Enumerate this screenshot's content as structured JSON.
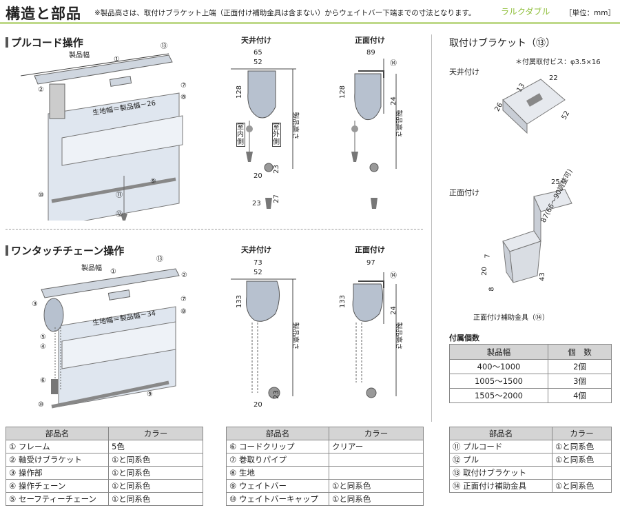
{
  "header": {
    "title": "構造と部品",
    "note": "※製品高さは、取付けブラケット上端（正面付け補助金具は含まない）からウェイトバー下端までの寸法となります。",
    "brand": "ラルクダブル",
    "unit": "［単位：mm］"
  },
  "pull_cord": {
    "title": "プルコード操作",
    "labels": {
      "product_width": "製品幅",
      "fabric_width": "生地幅＝製品幅－26"
    },
    "ceiling": {
      "title": "天井付け",
      "dim_outer": "65",
      "dim_inner": "52",
      "dim_h": "128",
      "tag_in": "室内側",
      "tag_out": "室外側",
      "product_height": "製品高さ",
      "d20": "20",
      "d23a": "23",
      "d23b": "23",
      "d27": "27"
    },
    "front": {
      "title": "正面付け",
      "dim_outer": "89",
      "dim_h": "128",
      "d24": "24",
      "bracket_num": "⑭",
      "product_height": "製品高さ"
    }
  },
  "chain": {
    "title": "ワンタッチチェーン操作",
    "labels": {
      "product_width": "製品幅",
      "fabric_width": "生地幅＝製品幅－34"
    },
    "ceiling": {
      "title": "天井付け",
      "dim_outer": "73",
      "dim_inner": "52",
      "dim_h": "133",
      "product_height": "製品高さ",
      "d20": "20",
      "d23": "23"
    },
    "front": {
      "title": "正面付け",
      "dim_outer": "97",
      "dim_h": "133",
      "d24": "24",
      "bracket_num": "⑭",
      "product_height": "製品高さ"
    }
  },
  "numbers": {
    "n1": "①",
    "n2": "②",
    "n3": "③",
    "n4": "④",
    "n5": "⑤",
    "n6": "⑥",
    "n7": "⑦",
    "n8": "⑧",
    "n9": "⑨",
    "n10": "⑩",
    "n11": "⑪",
    "n12": "⑫",
    "n13": "⑬"
  },
  "bracket": {
    "title": "取付けブラケット（⑬）",
    "screw_note": "＊付属取付ビス：φ3.5×16",
    "ceiling_title": "天井付け",
    "ceiling_dims": {
      "d22": "22",
      "d13": "13",
      "d26": "26",
      "d52": "52"
    },
    "front_title": "正面付け",
    "front_dims": {
      "d25": "25",
      "d87": "87(66～90調整可)",
      "d7": "7",
      "d20": "20",
      "d8": "8",
      "d43": "43"
    },
    "aux_caption": "正面付け補助金具（⑭）"
  },
  "count_table": {
    "title": "付属個数",
    "headers": [
      "製品幅",
      "個　数"
    ],
    "rows": [
      [
        "400～1000",
        "2個"
      ],
      [
        "1005～1500",
        "3個"
      ],
      [
        "1505～2000",
        "4個"
      ]
    ]
  },
  "parts_tables": [
    {
      "headers": [
        "部品名",
        "カラー"
      ],
      "rows": [
        [
          "① フレーム",
          "5色"
        ],
        [
          "② 軸受けブラケット",
          "①と同系色"
        ],
        [
          "③ 操作部",
          "①と同系色"
        ],
        [
          "④ 操作チェーン",
          "①と同系色"
        ],
        [
          "⑤ セーフティーチェーン",
          "①と同系色"
        ]
      ]
    },
    {
      "headers": [
        "部品名",
        "カラー"
      ],
      "rows": [
        [
          "⑥ コードクリップ",
          "クリアー"
        ],
        [
          "⑦ 巻取りパイプ",
          ""
        ],
        [
          "⑧ 生地",
          ""
        ],
        [
          "⑨ ウェイトバー",
          "①と同系色"
        ],
        [
          "⑩ ウェイトバーキャップ",
          "①と同系色"
        ]
      ]
    },
    {
      "headers": [
        "部品名",
        "カラー"
      ],
      "rows": [
        [
          "⑪ プルコード",
          "①と同系色"
        ],
        [
          "⑫ プル",
          "①と同系色"
        ],
        [
          "⑬ 取付けブラケット",
          ""
        ],
        [
          "⑭ 正面付け補助金具",
          "①と同系色"
        ]
      ]
    }
  ],
  "colors": {
    "accent_green": "#8fbf3a",
    "fabric": "#dfe6ef",
    "header_gray": "#d4d4d4"
  }
}
